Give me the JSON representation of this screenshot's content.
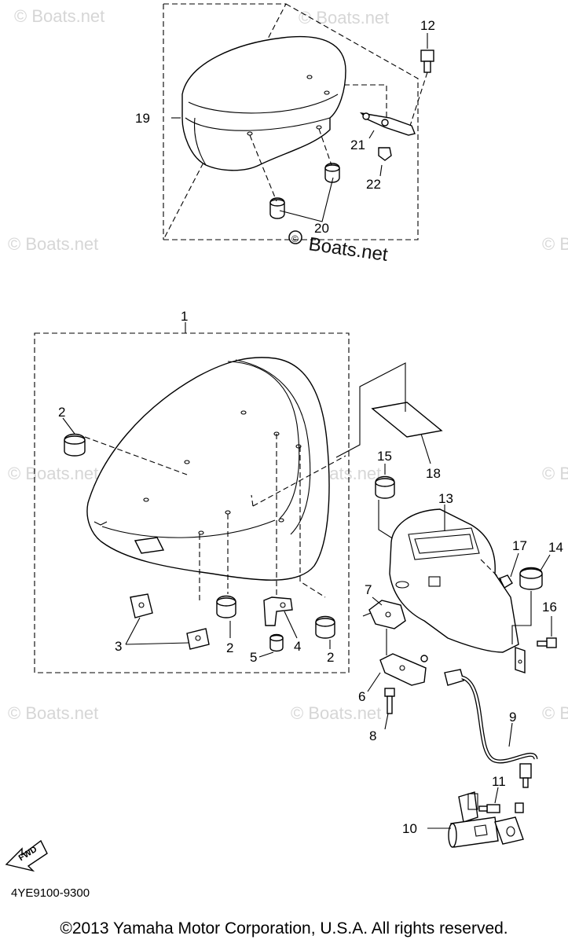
{
  "watermark": {
    "text": "© Boats.net",
    "prominent": "Boats.net",
    "copyright_symbol": "©"
  },
  "callouts": {
    "c1": "1",
    "c2a": "2",
    "c2b": "2",
    "c2c": "2",
    "c3": "3",
    "c4": "4",
    "c5": "5",
    "c6": "6",
    "c7": "7",
    "c8": "8",
    "c9": "9",
    "c10": "10",
    "c11": "11",
    "c12": "12",
    "c13": "13",
    "c14": "14",
    "c15": "15",
    "c16": "16",
    "c17": "17",
    "c18": "18",
    "c19": "19",
    "c20": "20",
    "c21": "21",
    "c22": "22"
  },
  "fwd_label": "FWD",
  "diagram_code": "4YE9100-9300",
  "copyright": "©2013 Yamaha Motor Corporation, U.S.A. All rights reserved."
}
